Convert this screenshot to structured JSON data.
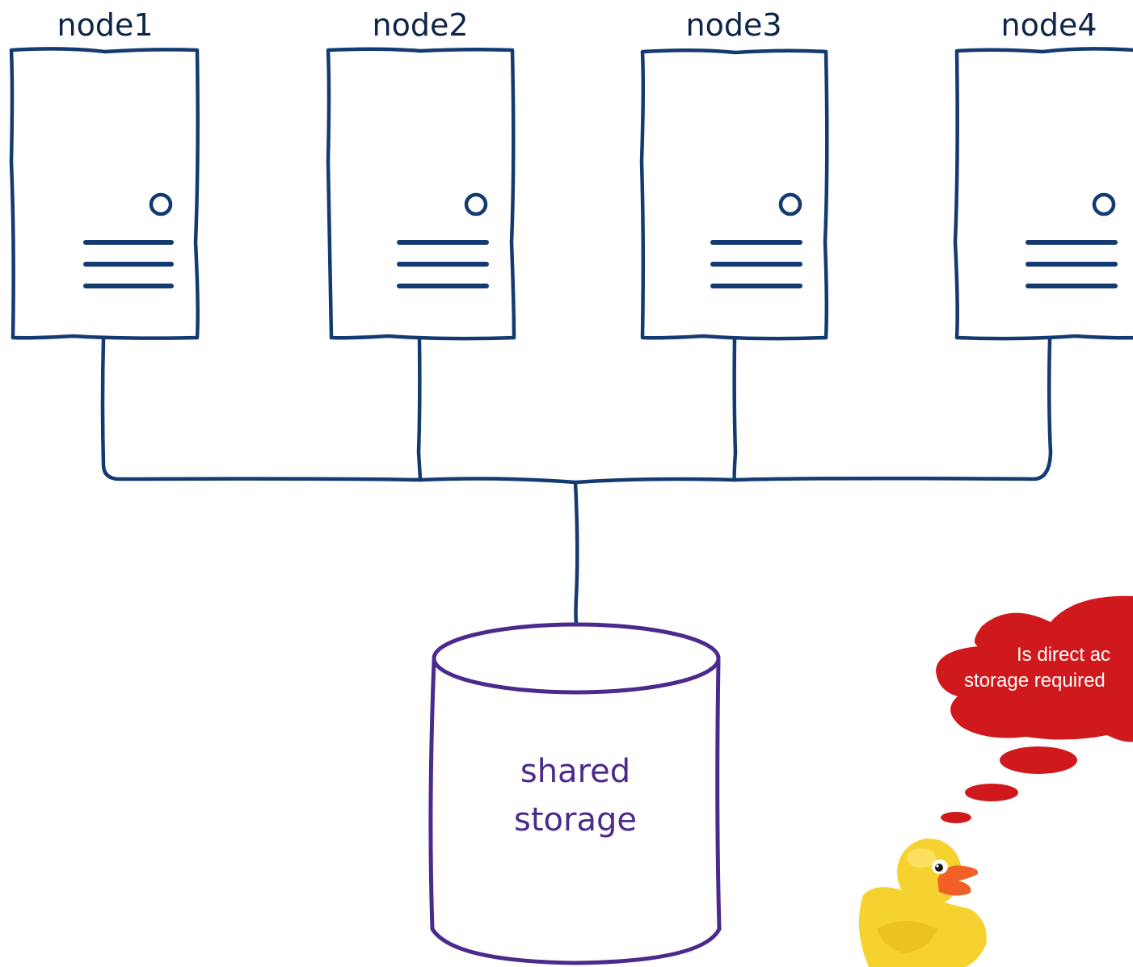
{
  "nodes": [
    {
      "label": "node1"
    },
    {
      "label": "node2"
    },
    {
      "label": "node3"
    },
    {
      "label": "node4"
    }
  ],
  "storage": {
    "line1": "shared",
    "line2": "storage"
  },
  "thought_bubble": {
    "line1": "Is direct ac",
    "line2": "storage required"
  },
  "colors": {
    "server_stroke": "#143a72",
    "storage_stroke": "#4b2a8c",
    "bubble_fill": "#d0191d",
    "duck_body": "#f6d231",
    "duck_beak": "#f2602a"
  },
  "icons": {
    "server": "server-tower-icon",
    "storage": "database-cylinder-icon",
    "mascot": "rubber-duck-icon"
  }
}
